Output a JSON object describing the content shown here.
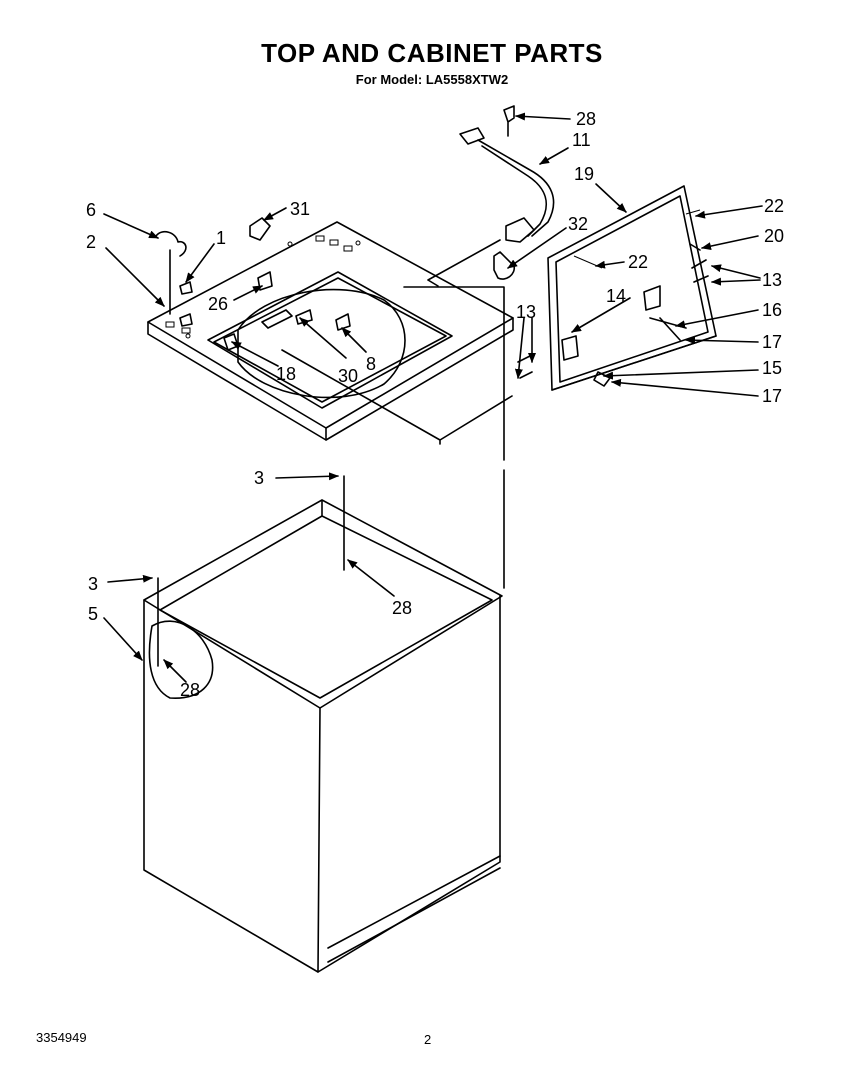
{
  "title": "TOP AND CABINET PARTS",
  "subtitle": "For Model: LA5558XTW2",
  "footer": {
    "doc_number": "3354949",
    "page_number": "2"
  },
  "callouts": {
    "top_28": "28",
    "c11": "11",
    "c19": "19",
    "c22a": "22",
    "c20": "20",
    "c32": "32",
    "c22b": "22",
    "c13a": "13",
    "c16": "16",
    "c14": "14",
    "c13b": "13",
    "c17a": "17",
    "c15": "15",
    "c17b": "17",
    "c6": "6",
    "c31": "31",
    "c2": "2",
    "c1": "1",
    "c26": "26",
    "c18": "18",
    "c30": "30",
    "c8": "8",
    "c3a": "3",
    "c28b": "28",
    "c3b": "3",
    "c5": "5",
    "c28c": "28"
  }
}
